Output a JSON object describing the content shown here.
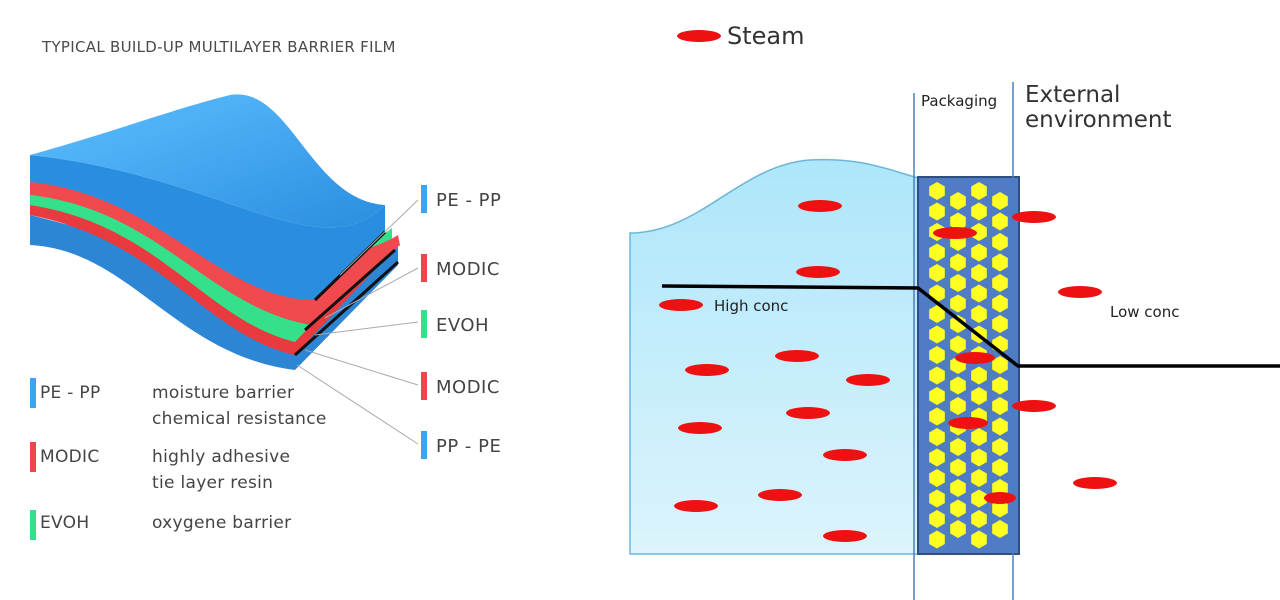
{
  "left_figure": {
    "title": "TYPICAL BUILD-UP MULTILAYER BARRIER FILM",
    "layer_labels": [
      {
        "label": "PE - PP",
        "color": "#3aa6f0"
      },
      {
        "label": "MODIC",
        "color": "#f0464a"
      },
      {
        "label": "EVOH",
        "color": "#35e08a"
      },
      {
        "label": "MODIC",
        "color": "#f0464a"
      },
      {
        "label": "PP - PE",
        "color": "#3aa6f0"
      }
    ],
    "legend": [
      {
        "name": "PE - PP",
        "line1": "moisture barrier",
        "line2": "chemical resistance",
        "color": "#3aa6f0"
      },
      {
        "name": "MODIC",
        "line1": "highly adhesive",
        "line2": "tie layer resin",
        "color": "#f0464a"
      },
      {
        "name": "EVOH",
        "line1": "oxygene barrier",
        "line2": "",
        "color": "#35e08a"
      }
    ]
  },
  "right_figure": {
    "legend_label": "Steam",
    "packaging_label": "Packaging",
    "external_line1": "External",
    "external_line2": "environment",
    "high_label": "High conc",
    "low_label": "Low conc"
  },
  "colors": {
    "steam": "#ee1111",
    "liquid": "#c8ecfa",
    "packaging": "#4f7cc4",
    "grain": "#ffff22",
    "line": "#4a7fc0"
  }
}
